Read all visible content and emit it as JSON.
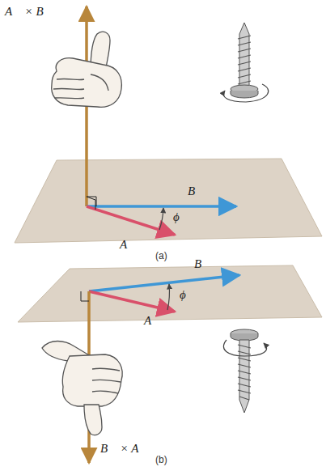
{
  "diagram": {
    "labels": [
      "A⃗ × B⃗",
      "B⃗",
      "A⃗",
      "ϕ",
      "(a)",
      "B⃗",
      "A⃗",
      "ϕ",
      "B⃗ × A⃗",
      "(b)"
    ]
  }
}
